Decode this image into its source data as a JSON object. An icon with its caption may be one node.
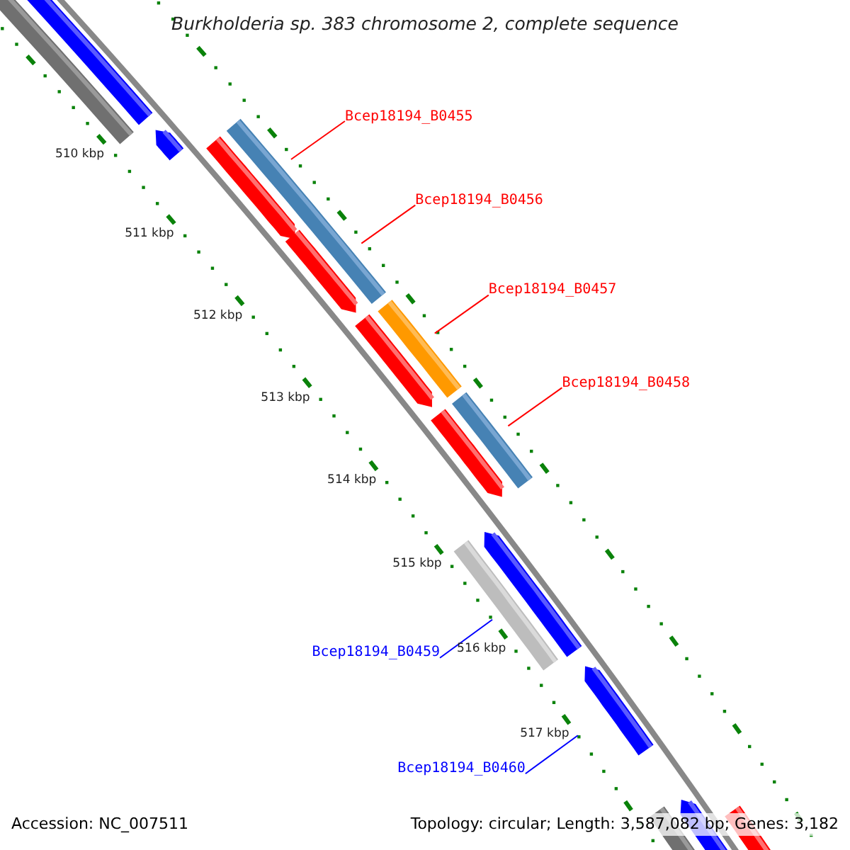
{
  "diagram": {
    "title": "Burkholderia sp. 383 chromosome 2, complete sequence",
    "nodes": [
      {
        "text": [
          "Bcep18194_B0455"
        ]
      },
      {
        "text": [
          "Bcep18194_B0456"
        ]
      },
      {
        "text": [
          "Bcep18194_B0457"
        ]
      },
      {
        "text": [
          "Bcep18194_B0458"
        ]
      },
      {
        "text": [
          "Bcep18194_B0459"
        ]
      },
      {
        "text": [
          "Bcep18194_B0460"
        ]
      },
      {
        "text": [],
        "shape": "arrow"
      },
      {
        "text": [],
        "shape": "arrow"
      },
      {
        "text": [],
        "shape": "arrow"
      },
      {
        "text": [],
        "shape": "arrow"
      },
      {
        "text": [],
        "shape": "arrow"
      },
      {
        "text": [],
        "shape": "arrow"
      }
    ],
    "edges": [
      {
        "from": 0,
        "to": 6,
        "arrow": "none"
      },
      {
        "from": 1,
        "to": 7,
        "arrow": "none"
      },
      {
        "from": 2,
        "to": 8,
        "arrow": "none"
      },
      {
        "from": 3,
        "to": 9,
        "arrow": "none"
      },
      {
        "from": 4,
        "to": 10,
        "arrow": "none",
        "color": "#0000ff"
      },
      {
        "from": 5,
        "to": 11,
        "arrow": "none",
        "color": "#0000ff"
      }
    ],
    "labels": [
      "510 kbp",
      "511 kbp",
      "512 kbp",
      "513 kbp",
      "514 kbp",
      "515 kbp",
      "516 kbp",
      "517 kbp",
      "Accession: NC_007511",
      "Topology: circular; Length: 3,587,082 bp; Genes: 3,182"
    ]
  }
}
